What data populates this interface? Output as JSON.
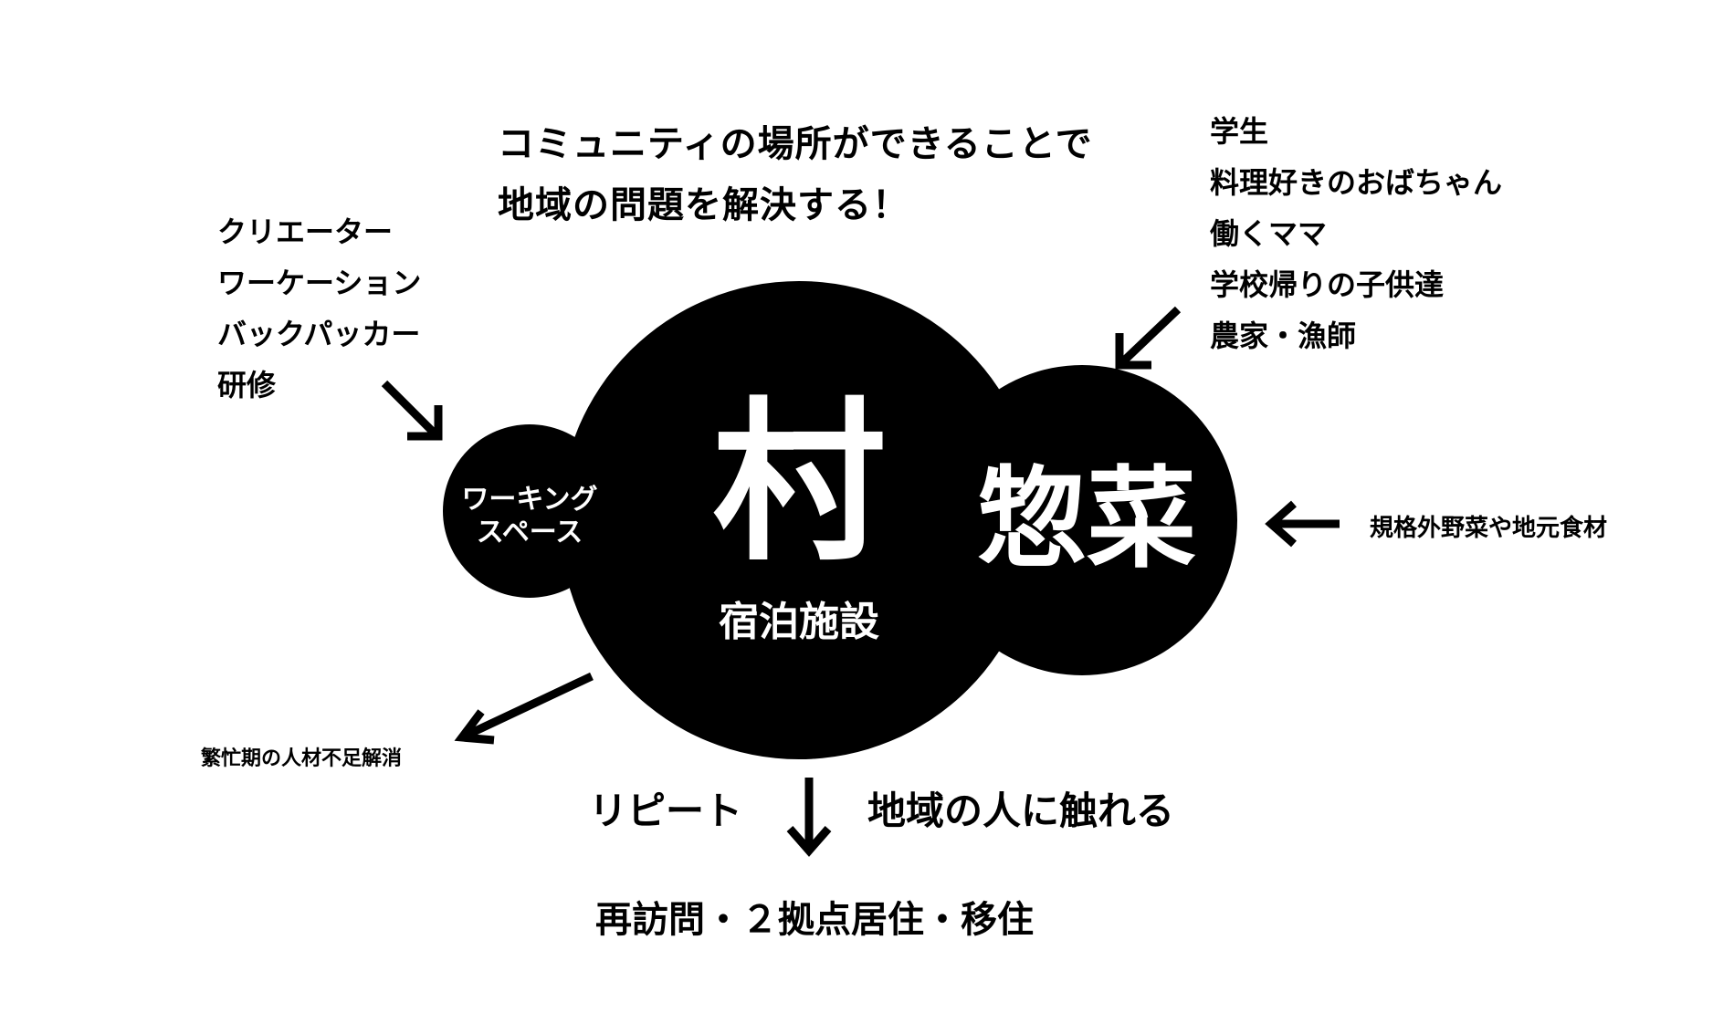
{
  "colors": {
    "background": "#ffffff",
    "shapes": "#000000",
    "circle_text": "#ffffff"
  },
  "headline": {
    "line1": "コミュニティの場所ができることで",
    "line2": "地域の問題を解決する！"
  },
  "left_inputs": [
    "クリエーター",
    "ワーケーション",
    "バックパッカー",
    "研修"
  ],
  "right_inputs": [
    "学生",
    "料理好きのおばちゃん",
    "働くママ",
    "学校帰りの子供達",
    "農家・漁師"
  ],
  "circles": {
    "working_space": {
      "line1": "ワーキング",
      "line2": "スペース"
    },
    "village": {
      "title": "村",
      "subtitle": "宿泊施設"
    },
    "sozai": {
      "title": "惣菜"
    }
  },
  "side_input": "規格外野菜や地元食材",
  "left_output": "繁忙期の人材不足解消",
  "bottom": {
    "left": "リピート",
    "right": "地域の人に触れる",
    "result": "再訪問・２拠点居住・移住"
  },
  "icons": [
    "arrow-down-right-icon",
    "arrow-down-left-icon",
    "arrow-left-icon",
    "arrow-down-left-icon",
    "arrow-down-icon"
  ]
}
